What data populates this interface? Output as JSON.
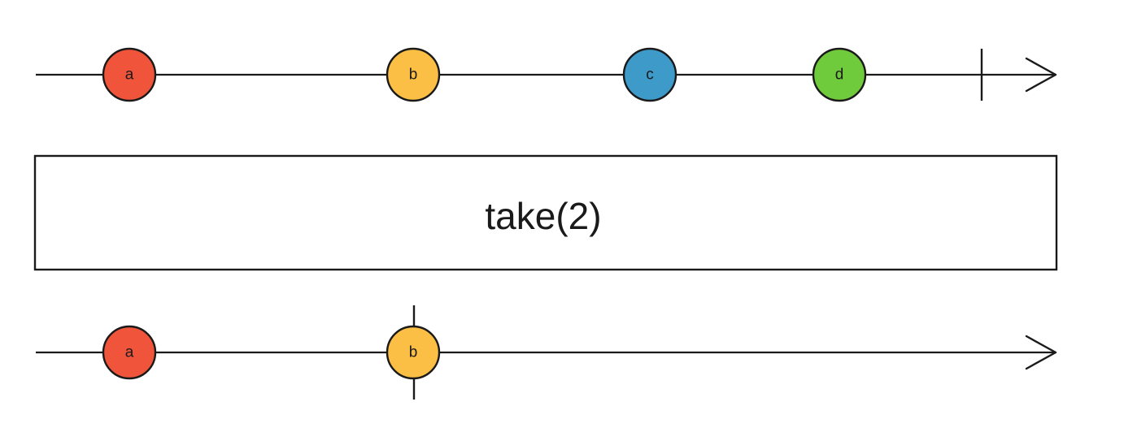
{
  "operator": {
    "label": "take(2)"
  },
  "input_stream": {
    "marbles": [
      {
        "label": "a",
        "color": "#f0553b"
      },
      {
        "label": "b",
        "color": "#fcbf45"
      },
      {
        "label": "c",
        "color": "#3d9ac9"
      },
      {
        "label": "d",
        "color": "#6fcb3c"
      }
    ],
    "completes": true
  },
  "output_stream": {
    "marbles": [
      {
        "label": "a",
        "color": "#f0553b"
      },
      {
        "label": "b",
        "color": "#fcbf45"
      }
    ],
    "completes_with_last": true
  }
}
